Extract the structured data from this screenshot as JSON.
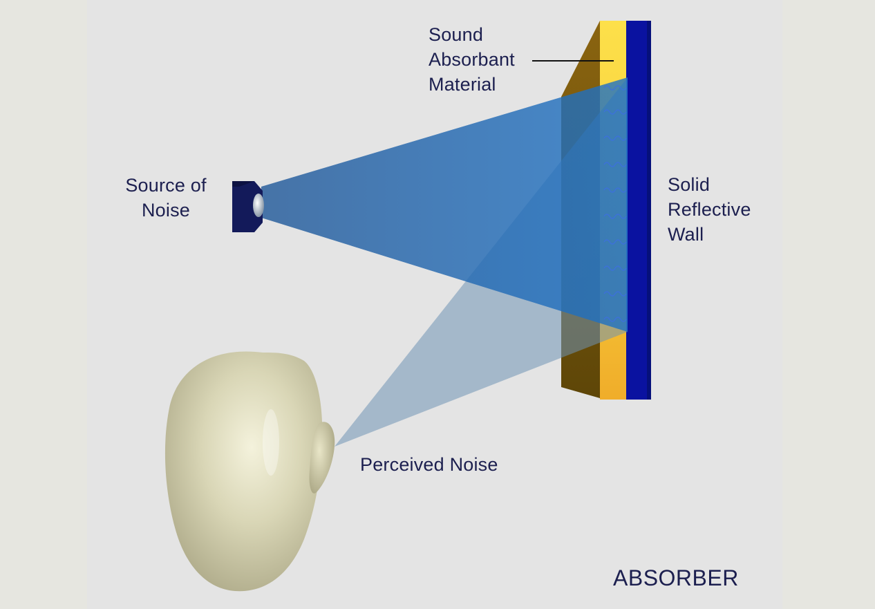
{
  "labels": {
    "absorbent_material": "Sound\nAbsorbant\nMaterial",
    "source_of_noise": "Source of\nNoise",
    "reflective_wall": "Solid\nReflective\nWall",
    "perceived_noise": "Perceived Noise",
    "title": "ABSORBER"
  },
  "colors": {
    "label_text": "#1c1f4f",
    "page_background": "#e6e6e0",
    "panel_background": "#e4e4e4",
    "wall": "#0a12a0",
    "absorbent_material": "#f5c437",
    "sound_beam": "#2f6ca8",
    "reflected_beam": "#7c9cb8",
    "head": "#d8d4b4"
  }
}
